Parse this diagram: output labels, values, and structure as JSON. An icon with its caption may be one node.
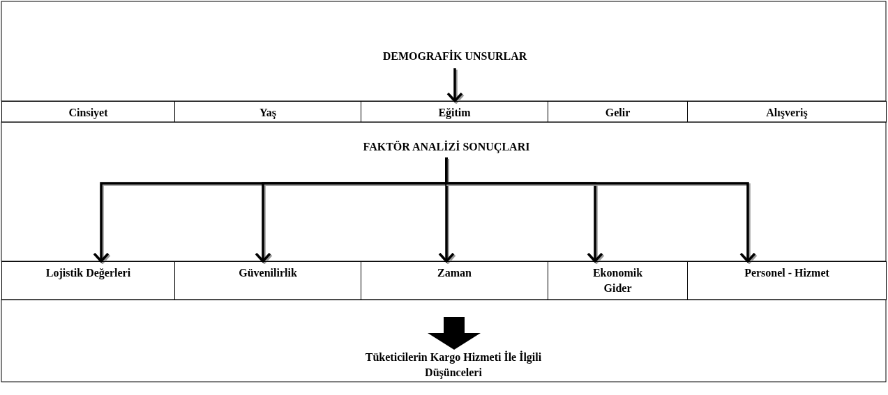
{
  "diagram": {
    "nodes": [
      {
        "text": [
          "DEMOGRAFİK UNSURLAR"
        ]
      },
      {
        "text": [
          "Cinsiyet"
        ]
      },
      {
        "text": [
          "Yaş"
        ]
      },
      {
        "text": [
          "Eğitim"
        ]
      },
      {
        "text": [
          "Gelir"
        ]
      },
      {
        "text": [
          "Alışveriş"
        ]
      },
      {
        "text": [
          "FAKTÖR ANALİZİ SONUÇLARI"
        ]
      },
      {
        "text": [
          "Lojistik Değerleri"
        ]
      },
      {
        "text": [
          "Güvenilirlik"
        ]
      },
      {
        "text": [
          "Zaman"
        ]
      },
      {
        "text": [
          "Ekonomik Gider"
        ]
      },
      {
        "text": [
          "Personel - Hizmet"
        ]
      },
      {
        "text": [
          "Tüketicilerin Kargo Hizmeti İle İlgili Düşünceleri"
        ]
      }
    ],
    "edges": [
      {
        "from": 0,
        "to": 3,
        "arrow": "to"
      },
      {
        "from": 6,
        "to": 7,
        "arrow": "to"
      },
      {
        "from": 6,
        "to": 8,
        "arrow": "to"
      },
      {
        "from": 6,
        "to": 9,
        "arrow": "to"
      },
      {
        "from": 6,
        "to": 10,
        "arrow": "to"
      },
      {
        "from": 6,
        "to": 11,
        "arrow": "to"
      },
      {
        "from": null,
        "to": 12,
        "arrow": "to",
        "style": "thick"
      }
    ]
  }
}
